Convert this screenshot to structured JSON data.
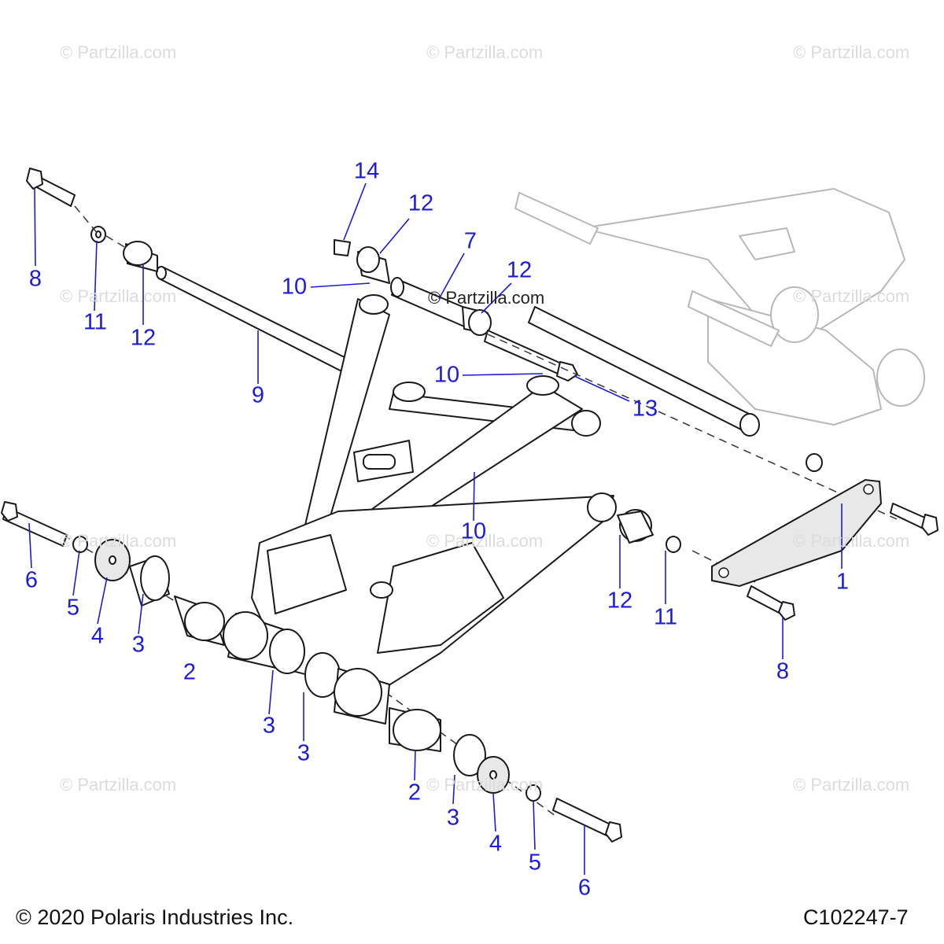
{
  "watermarks": [
    "© Partzilla.com",
    "© Partzilla.com",
    "© Partzilla.com",
    "© Partzilla.com",
    "© Partzilla.com",
    "© Partzilla.com",
    "© Partzilla.com",
    "© Partzilla.com",
    "© Partzilla.com",
    "© Partzilla.com",
    "© Partzilla.com"
  ],
  "center_watermark": "© Partzilla.com",
  "callouts": [
    "14",
    "12",
    "7",
    "12",
    "10",
    "8",
    "11",
    "12",
    "9",
    "10",
    "13",
    "6",
    "5",
    "4",
    "3",
    "2",
    "10",
    "12",
    "11",
    "1",
    "3",
    "3",
    "2",
    "8",
    "3",
    "4",
    "5",
    "6"
  ],
  "footer": {
    "copyright": "© 2020 Polaris Industries Inc.",
    "figure_id": "C102247-7"
  },
  "colors": {
    "callout": "#1c1cd8",
    "watermark": "#dcdcdc",
    "line_art": "#1a1a1a"
  }
}
